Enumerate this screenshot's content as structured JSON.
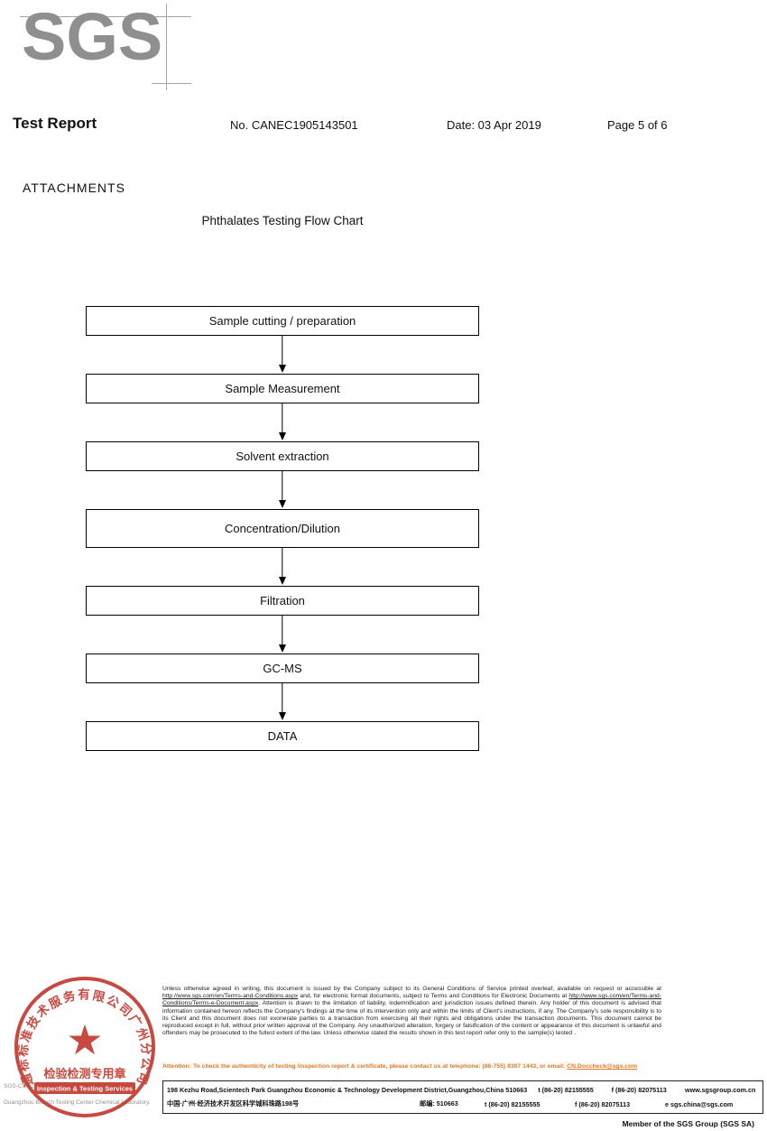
{
  "header": {
    "logo": "SGS",
    "title": "Test Report",
    "report_no": "No. CANEC1905143501",
    "date": "Date: 03 Apr 2019",
    "page": "Page 5 of 6"
  },
  "body": {
    "attachments_heading": "ATTACHMENTS",
    "chart_title": "Phthalates Testing Flow Chart"
  },
  "flowchart": {
    "steps": [
      "Sample cutting / preparation",
      "Sample Measurement",
      "Solvent extraction",
      "Concentration/Dilution",
      "Filtration",
      "GC-MS",
      "DATA"
    ]
  },
  "footer": {
    "company_line1": "SGS-CSTC Standards Technical Services Co., Ltd.",
    "company_line2": "Guangzhou Branch Testing Center Chemical Laboratory.",
    "stamp": {
      "ring_text": "通标标准技术服务有限公司广州分公司",
      "star": "★",
      "banner_cn": "检验检测专用章",
      "banner_en": "Inspection & Testing Services",
      "color": "#c43a2f"
    },
    "disclaimer": {
      "p1": "Unless otherwise agreed in writing, this document is issued by the Company subject to its General Conditions of Service printed overleaf, available on request or accessible at ",
      "url1": "http://www.sgs.com/en/Terms-and-Conditions.aspx",
      "p2": " and, for electronic format documents, subject to Terms and Conditions for Electronic Documents at ",
      "url2": "http://www.sgs.com/en/Terms-and-Conditions/Terms-e-Document.aspx",
      "p3": ". Attention is drawn to the limitation of liability, indemnification and jurisdiction issues defined therein. Any holder of this document is advised that information contained hereon reflects the Company's findings at the time of its intervention only and within the limits of Client's instructions, if any. The Company's sole responsibility is to its Client and this document does not exonerate parties to a transaction from exercising all their rights and obligations under the transaction documents. This document cannot be reproduced except in full, without prior written approval of the Company. Any unauthorized alteration, forgery or falsification of the content or appearance of this document is unlawful and offenders may be prosecuted to the fullest extent of the law. Unless otherwise stated the results shown in this test report refer only to the sample(s) tested ."
    },
    "attention": {
      "text": "Attention: To check the authenticity of testing /inspection report & certificate, please contact us at telephone: (86-755) 8307 1443, or email: ",
      "email": "CN.Doccheck@sgs.com"
    },
    "address": {
      "en": "198 Kezhu Road,Scientech Park Guangzhou Economic & Technology Development District,Guangzhou,China 510663",
      "en_tel": "t (86-20) 82155555",
      "en_fax": "f (86-20) 82075113",
      "en_web": "www.sgsgroup.com.cn",
      "cn": "中国·广州·经济技术开发区科学城科珠路198号",
      "cn_postal": "邮编: 510663",
      "cn_tel": "t (86-20) 82155555",
      "cn_fax": "f (86-20) 82075113",
      "cn_email": "e sgs.china@sgs.com"
    },
    "member": "Member of the SGS Group (SGS SA)"
  }
}
